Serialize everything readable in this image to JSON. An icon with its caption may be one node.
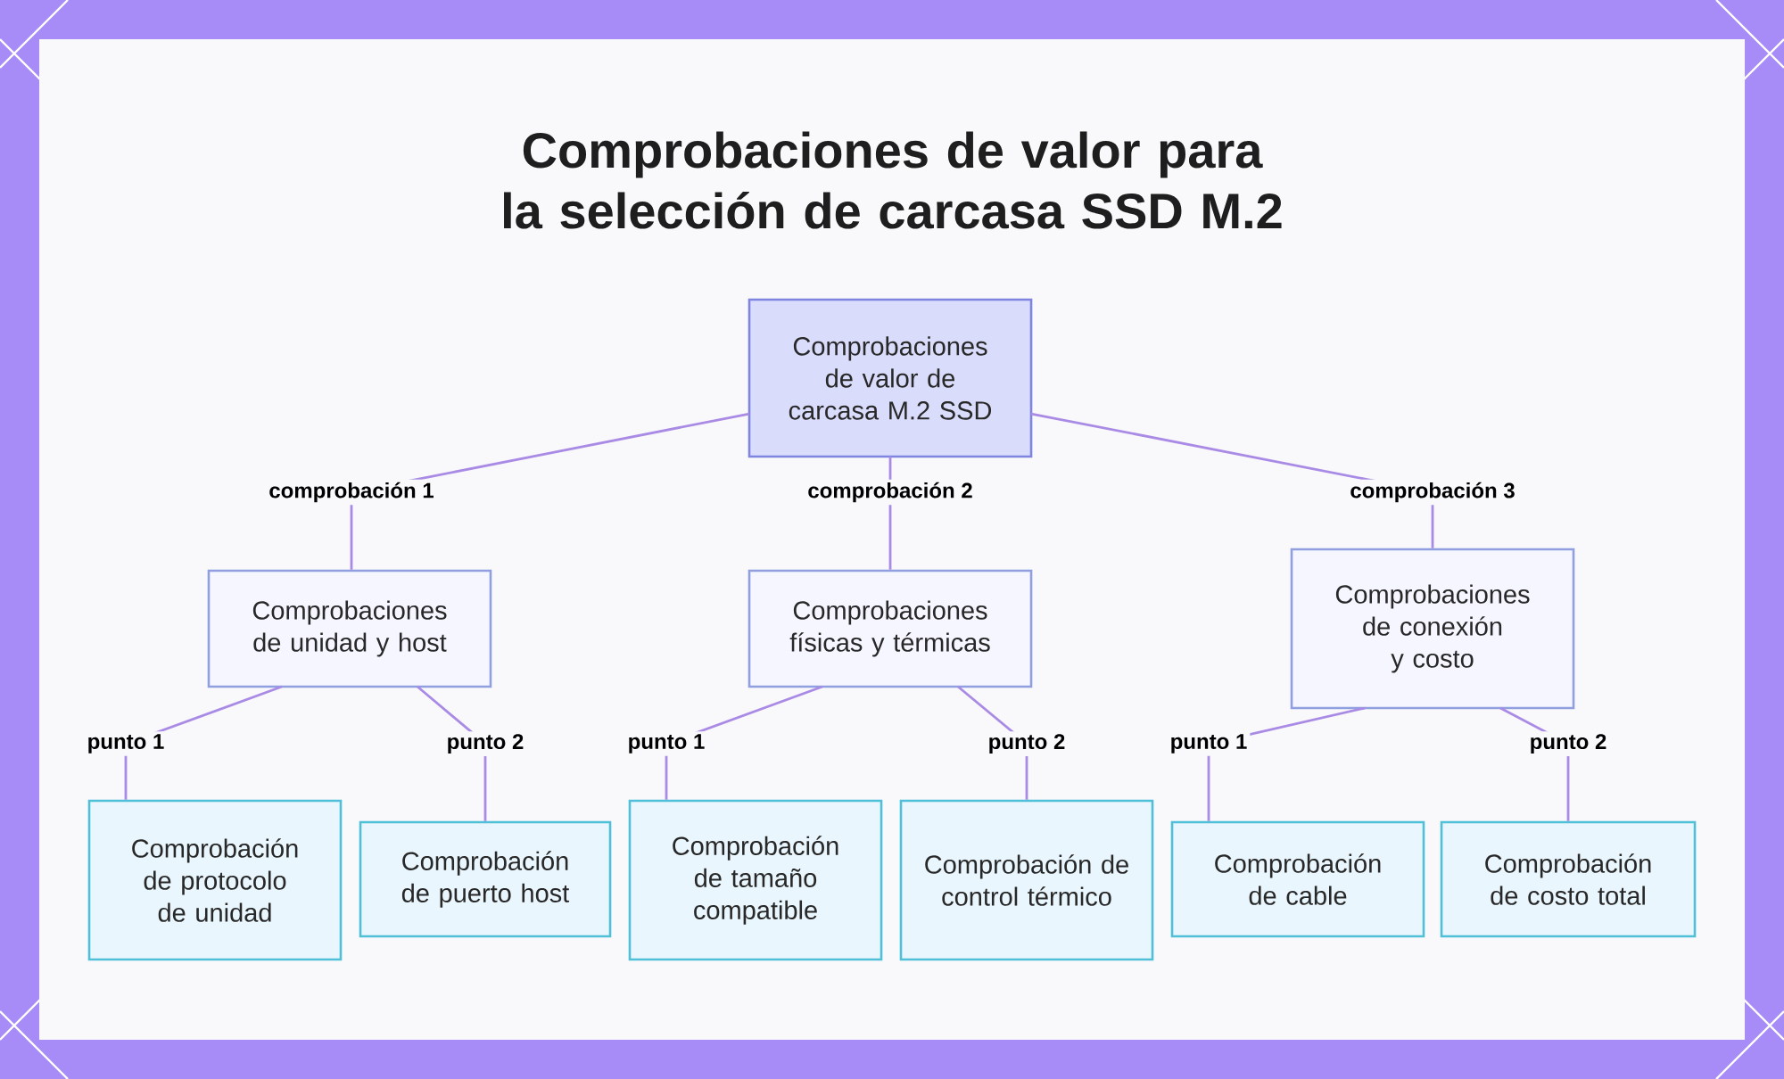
{
  "diagram": {
    "title": "Comprobaciones de valor para la selección de carcasa SSD M.2",
    "nodes": [
      {
        "text": [
          "Comprobaciones de valor de carcasa M.2 SSD"
        ]
      },
      {
        "text": [
          "Comprobaciones de unidad y host"
        ]
      },
      {
        "text": [
          "Comprobaciones físicas y térmicas"
        ]
      },
      {
        "text": [
          "Comprobaciones de conexión y costo"
        ]
      },
      {
        "text": [
          "Comprobación de protocolo de unidad"
        ]
      },
      {
        "text": [
          "Comprobación de puerto host"
        ]
      },
      {
        "text": [
          "Comprobación de tamaño compatible"
        ]
      },
      {
        "text": [
          "Comprobación de control térmico"
        ]
      },
      {
        "text": [
          "Comprobación de cable"
        ]
      },
      {
        "text": [
          "Comprobación de costo total"
        ]
      }
    ],
    "edges": [
      {
        "from": 0,
        "to": 1,
        "arrow": "none",
        "label": "comprobación 1"
      },
      {
        "from": 0,
        "to": 2,
        "arrow": "none",
        "label": "comprobación 2"
      },
      {
        "from": 0,
        "to": 3,
        "arrow": "none",
        "label": "comprobación 3"
      },
      {
        "from": 1,
        "to": 4,
        "arrow": "none",
        "label": "punto 1"
      },
      {
        "from": 1,
        "to": 5,
        "arrow": "none",
        "label": "punto 2"
      },
      {
        "from": 2,
        "to": 6,
        "arrow": "none",
        "label": "punto 1"
      },
      {
        "from": 2,
        "to": 7,
        "arrow": "none",
        "label": "punto 2"
      },
      {
        "from": 3,
        "to": 8,
        "arrow": "none",
        "label": "punto 1"
      },
      {
        "from": 3,
        "to": 9,
        "arrow": "none",
        "label": "punto 2"
      }
    ]
  }
}
